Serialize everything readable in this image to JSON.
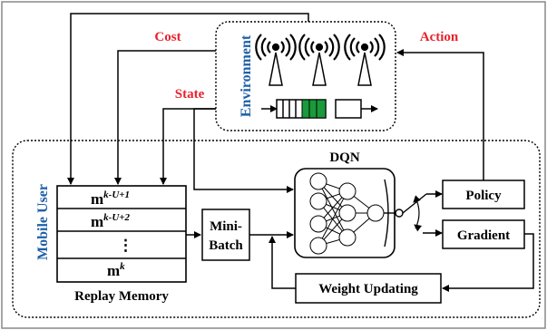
{
  "labels": {
    "cost": "Cost",
    "action": "Action",
    "state": "State",
    "environment": "Environment",
    "mobile_user": "Mobile User",
    "dqn": "DQN",
    "policy": "Policy",
    "gradient": "Gradient",
    "mini": "Mini-",
    "batch": "Batch",
    "weight_updating": "Weight Updating",
    "replay_memory": "Replay Memory"
  },
  "memory_rows": [
    {
      "base": "m",
      "sup": "k-U+1"
    },
    {
      "base": "m",
      "sup": "k-U+2"
    },
    {
      "base": "⋮",
      "sup": ""
    },
    {
      "base": "m",
      "sup": "k"
    }
  ],
  "colors": {
    "red_label": "#e8222c",
    "blue_label": "#1e5fa8",
    "green_buffer": "#1a9a3a"
  }
}
